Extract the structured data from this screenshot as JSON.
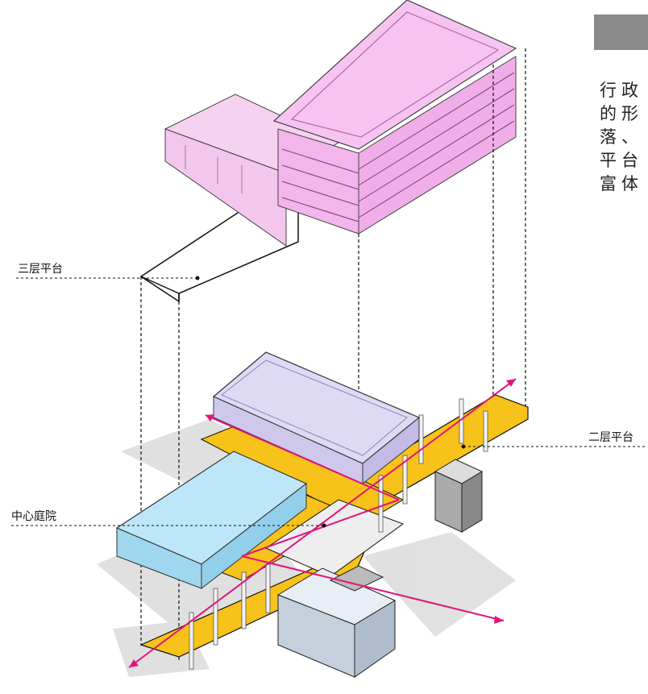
{
  "labels": {
    "third_floor_platform": "三层平台",
    "second_floor_platform": "二层平台",
    "central_courtyard": "中心庭院"
  },
  "side_text": {
    "lines": [
      "行政",
      "的形",
      "落、",
      "平台",
      "富体"
    ]
  },
  "colors": {
    "office_tower": "#f4b8ec",
    "office_lowrise": "#f3c9ef",
    "lavender_block": "#dcd6f2",
    "blue_block": "#b7e6f8",
    "platform_yellow": "#f7c21a",
    "circulation_arrow": "#e0157a",
    "side_block": "#8a8a8a"
  }
}
